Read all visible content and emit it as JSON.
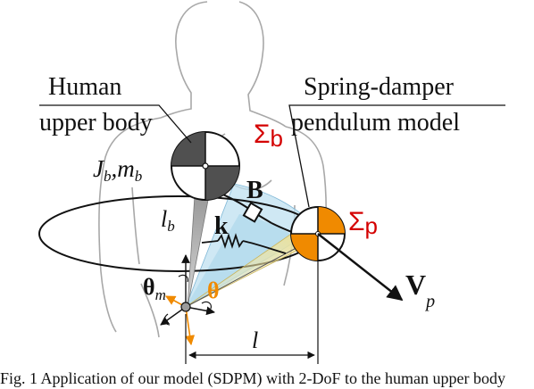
{
  "labels": {
    "human_line1": "Human",
    "human_line2": "upper body",
    "model_line1": "Spring-damper",
    "model_line2": "pendulum model",
    "sigma_b_base": "Σ",
    "sigma_b_sub": "b",
    "sigma_p_base": "Σ",
    "sigma_p_sub": "p",
    "inertia_J": "J",
    "inertia_J_sub": "b",
    "inertia_sep": ",",
    "mass_m": "m",
    "mass_m_sub": "b",
    "damper_B": "B",
    "spring_k": "k",
    "length_lb": "l",
    "length_lb_sub": "b",
    "theta_m": "θ",
    "theta_m_sub": "m",
    "theta": "θ",
    "velocity_V": "V",
    "velocity_V_sub": "p",
    "length_l": "l"
  },
  "caption": "Fig. 1 Application of our model (SDPM) with 2-DoF to the human upper body",
  "colors": {
    "accent_orange": "#f08a00",
    "sigma_red": "#d40000",
    "ink": "#111111",
    "fan_blue": "#bfe0f0"
  }
}
